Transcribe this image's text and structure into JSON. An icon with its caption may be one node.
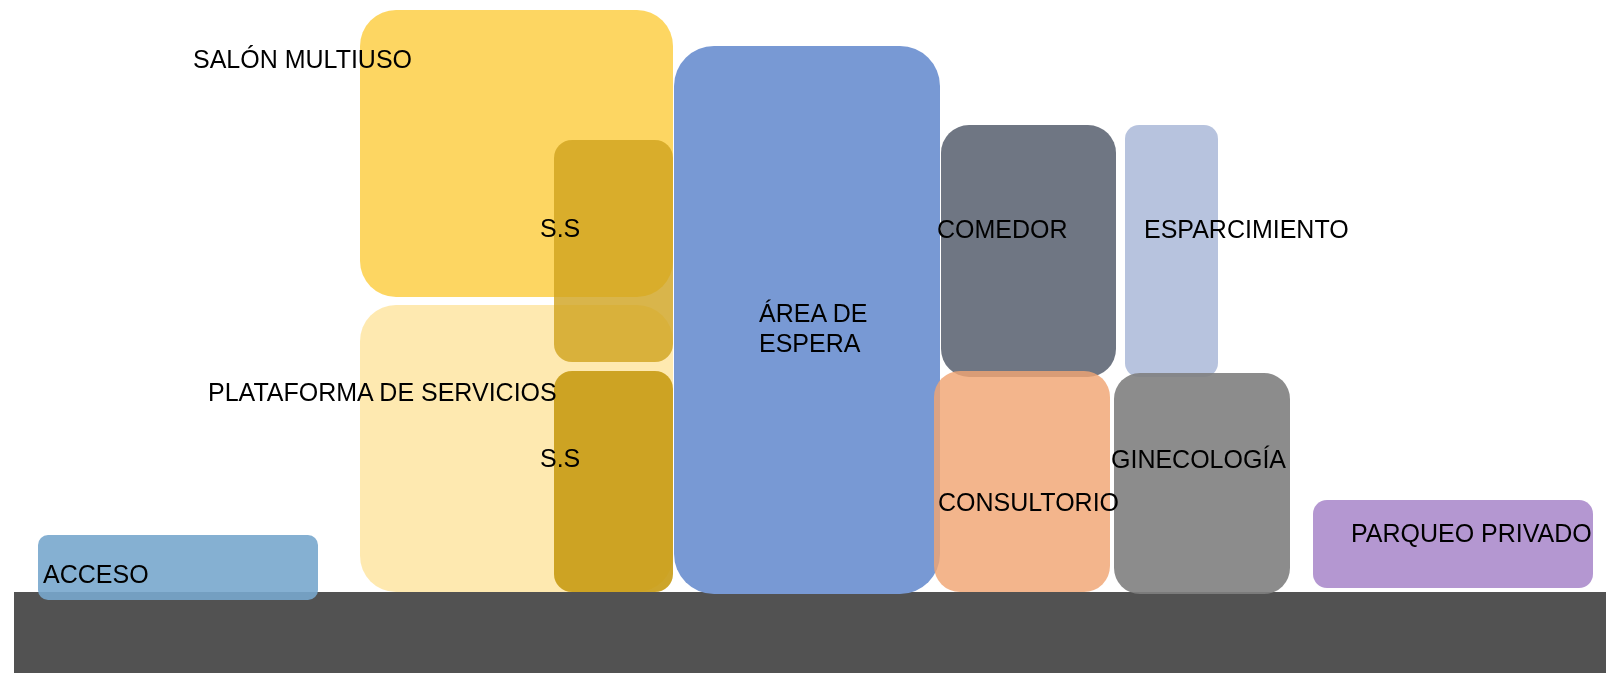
{
  "diagram": {
    "nodes": [
      {
        "text": [
          "SALÓN MULTIUSO"
        ]
      },
      {
        "text": [
          "S.S"
        ]
      },
      {
        "text": [
          "ÁREA DE ESPERA"
        ]
      },
      {
        "text": [
          "COMEDOR"
        ]
      },
      {
        "text": [
          "ESPARCIMIENTO"
        ]
      },
      {
        "text": [
          "PLATAFORMA DE SERVICIOS"
        ]
      },
      {
        "text": [
          "S.S"
        ],
        "in": 5
      },
      {
        "text": [
          "CONSULTORIO"
        ]
      },
      {
        "text": [
          "GINECOLOGÍA"
        ]
      },
      {
        "text": [
          "ACCESO"
        ]
      },
      {
        "text": [
          "PARQUEO PRIVADO"
        ]
      }
    ]
  }
}
